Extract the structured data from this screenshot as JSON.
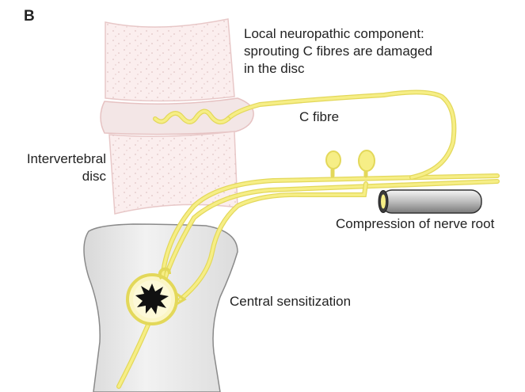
{
  "panel_letter": "B",
  "labels": {
    "local_neuropathic": "Local neuropathic component:\nsprouting C fibres are damaged\nin the disc",
    "c_fibre": "C fibre",
    "intervertebral_disc": "Intervertebral\ndisc",
    "compression": "Compression of nerve root",
    "central_sensitization": "Central sensitization"
  },
  "colors": {
    "nerve": "#f6ee86",
    "nerve_outline": "#e3d85a",
    "vertebra_fill": "#fbeeee",
    "vertebra_outline": "#e8c8c8",
    "disc_fill": "#f3e6e6",
    "spinal_cord_fill": "#e9e9e9",
    "spinal_cord_outline": "#8a8a8a",
    "compression_tube": "#cfcfcf",
    "compression_outline": "#333333",
    "burst": "#111111",
    "text": "#222222"
  }
}
